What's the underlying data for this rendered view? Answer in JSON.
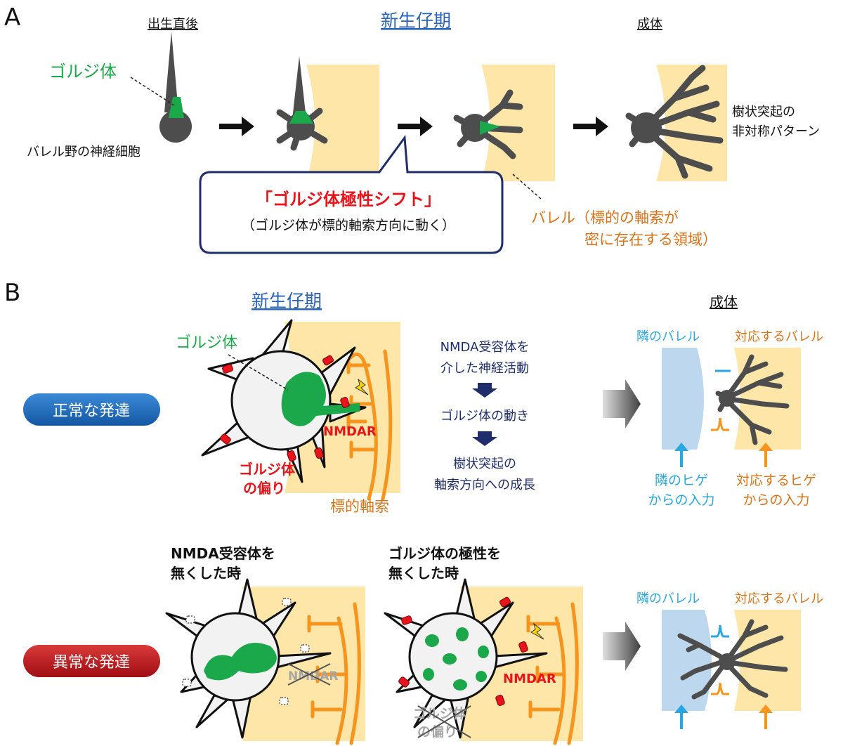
{
  "panel_a": {
    "label": "A",
    "stage_just_after_birth": "出生直後",
    "stage_neonatal": "新生仔期",
    "stage_adult": "成体",
    "golgi_label": "ゴルジ体",
    "neuron_label": "バレル野の神経細胞",
    "dendrite_line1": "樹状突起の",
    "dendrite_line2": "非対称パターン",
    "callout_title": "「ゴルジ体極性シフト」",
    "callout_sub": "（ゴルジ体が標的軸索方向に動く）",
    "barrel_line1": "バレル（標的の軸索が",
    "barrel_line2": "密に存在する領域）"
  },
  "panel_b": {
    "label": "B",
    "neonatal_title": "新生仔期",
    "adult_title": "成体",
    "normal_label": "正常な発達",
    "abnormal_label": "異常な発達",
    "golgi_label": "ゴルジ体",
    "nmdar_label": "NMDAR",
    "golgi_bias_line1": "ゴルジ体",
    "golgi_bias_line2": "の偏り",
    "target_axon": "標的軸索",
    "flow_1a": "NMDA受容体を",
    "flow_1b": "介した神経活動",
    "flow_2": "ゴルジ体の動き",
    "flow_3a": "樹状突起の",
    "flow_3b": "軸索方向への成長",
    "neighbor_barrel": "隣のバレル",
    "corresponding_barrel": "対応するバレル",
    "neighbor_input_1": "隣のヒゲ",
    "neighbor_input_2": "からの入力",
    "corresp_input_1": "対応するヒゲ",
    "corresp_input_2": "からの入力",
    "no_nmda_1": "NMDA受容体を",
    "no_nmda_2": "無くした時",
    "no_polarity_1": "ゴルジ体の極性を",
    "no_polarity_2": "無くした時",
    "nmdar_gone": "NMDAR",
    "golgi_bias_gone_1": "ゴルジ体",
    "golgi_bias_gone_2": "の偏り"
  },
  "colors": {
    "barrel_fill": "#fde6a8",
    "neuron_dark": "#4d4d4d",
    "golgi_green": "#1aa84a",
    "axon_orange": "#f7941d",
    "neighbor_blue": "#bdd7ee",
    "normal_pill": "#1f6fbf",
    "abnormal_pill": "#c0141a"
  }
}
